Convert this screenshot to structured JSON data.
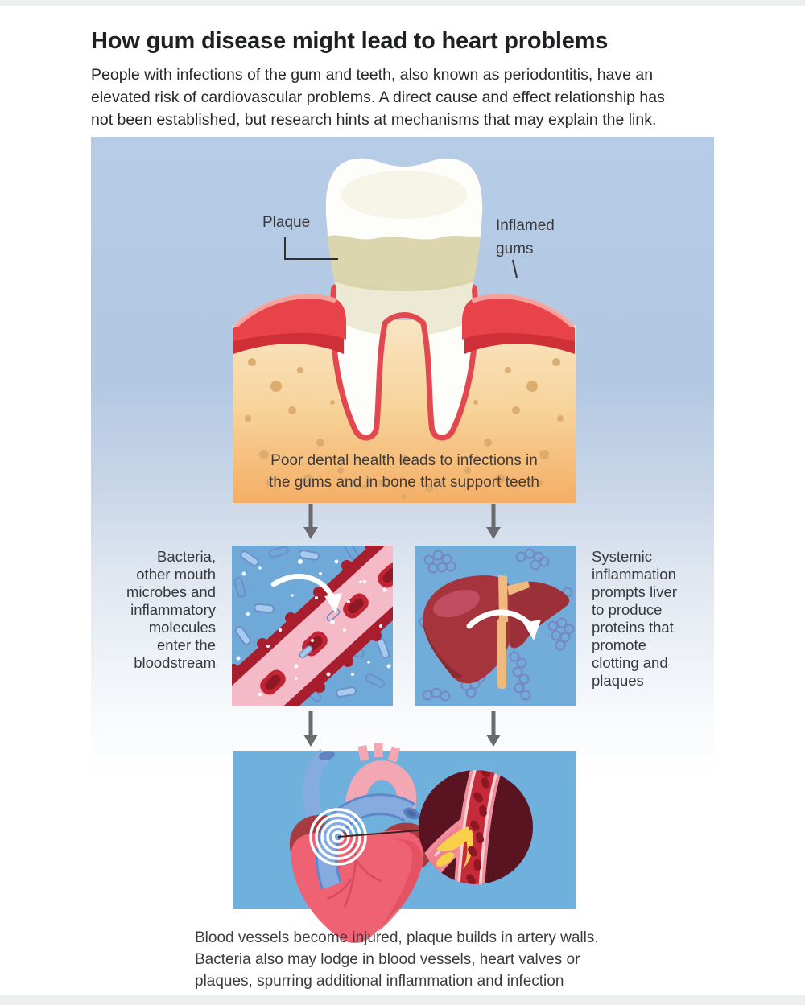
{
  "header": {
    "title": "How gum disease might lead to heart problems",
    "intro": "People with infections of the gum and teeth, also known as periodontitis, have an\nelevated risk of cardiovascular problems. A direct cause and effect relationship has\nnot been established, but research hints at mechanisms that may explain the link."
  },
  "stage_tooth": {
    "plaque_label": "Plaque",
    "inflamed_gums_label": "Inflamed\ngums",
    "caption": "Poor dental health leads to infections in\nthe gums and in bone that support teeth"
  },
  "stage_bloodstream": {
    "label": "Bacteria,\nother mouth\nmicrobes and\ninflammatory\nmolecules\nenter the\nbloodstream"
  },
  "stage_liver": {
    "label": "Systemic\ninflammation\nprompts liver\nto produce\nproteins that\npromote\nclotting and\nplaques"
  },
  "stage_heart": {
    "caption": "Blood vessels become injured, plaque builds in artery walls.\nBacteria also may lodge in blood vessels, heart valves or\nplaques, spurring additional inflammation and infection"
  },
  "colors": {
    "panel_gradient_top": "#b7cce6",
    "panel_square_blue": "#6fa9d6",
    "heart_panel_blue": "#70b0dd",
    "bone_orange": "#f4af66",
    "gum_red": "#e8434a",
    "vessel_wall_red": "#a81e2e",
    "vessel_lumen_pink": "#f5bac7",
    "liver_red": "#a5343d",
    "heart_coral": "#ee6274",
    "plaque_yellow": "#f8d04b",
    "arrow_gray": "#6a6b6e",
    "inset_maroon": "#5a1320"
  }
}
